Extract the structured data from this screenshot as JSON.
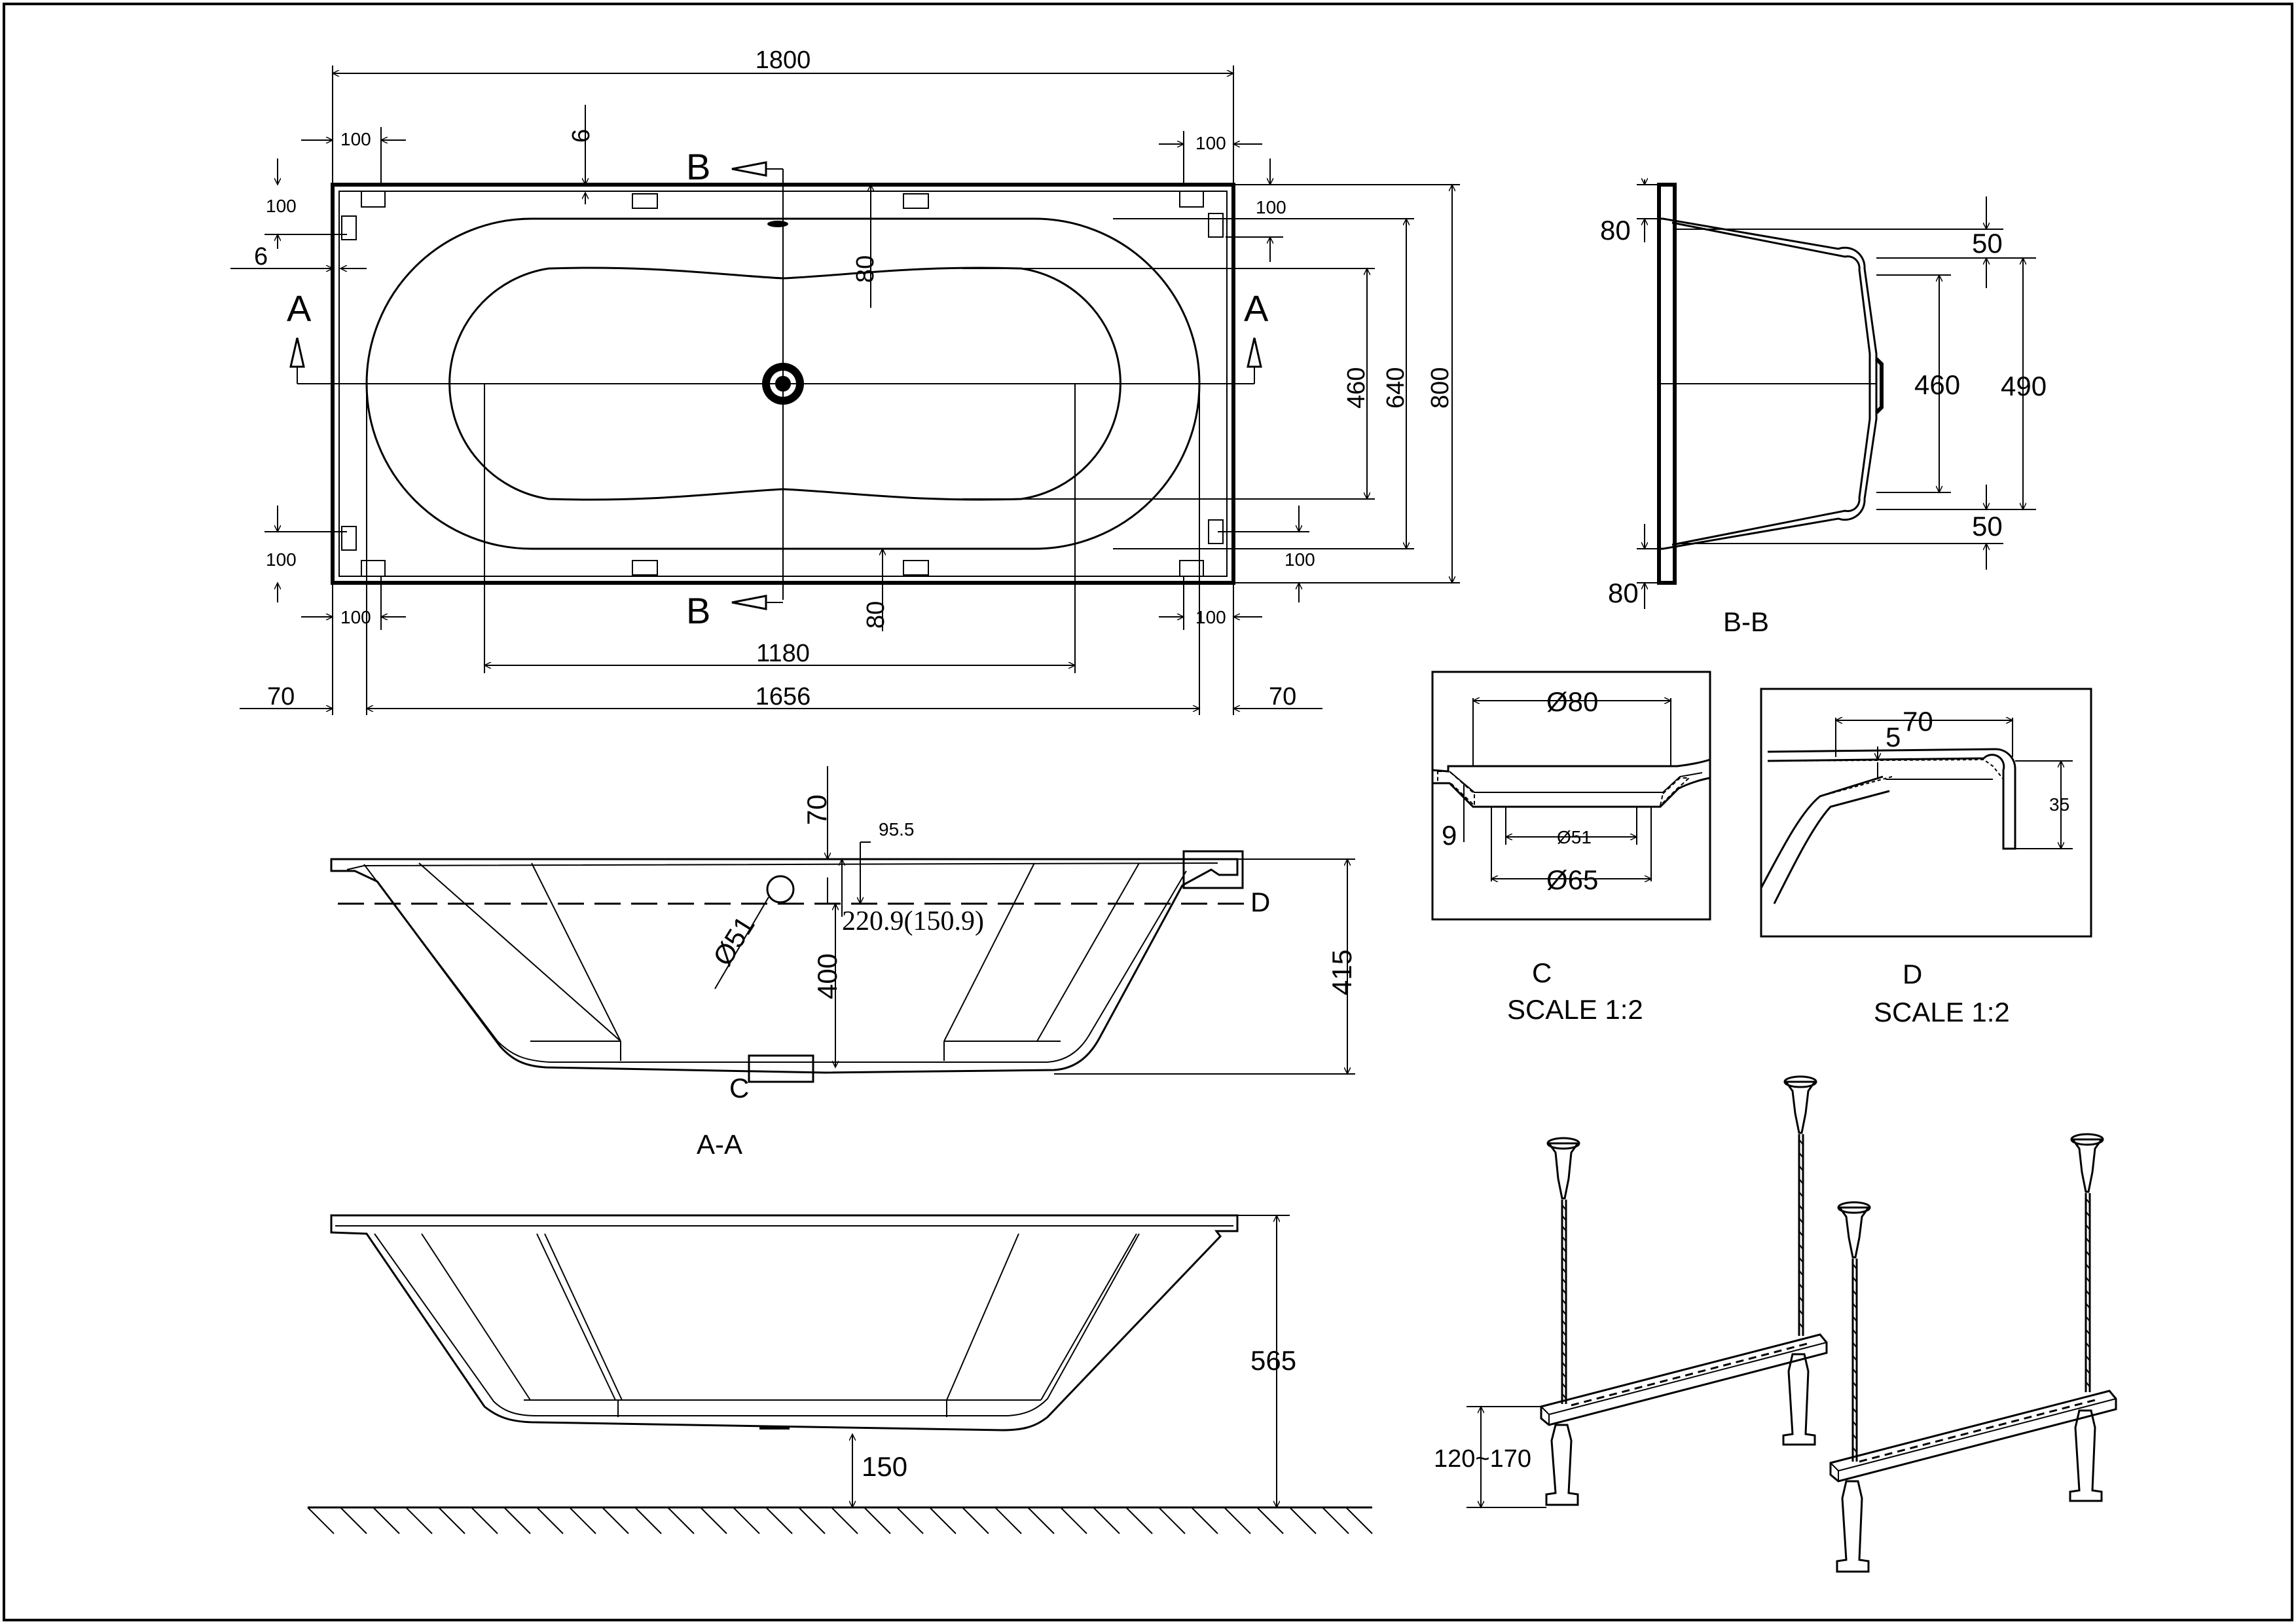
{
  "top_view": {
    "dims": {
      "overall_length": "1800",
      "corner_offset": "100",
      "lip": "6",
      "rim_width": "80",
      "inner_length": "1180",
      "bottom_length": "1656",
      "edge_offset": "70",
      "inner_width": "460",
      "mid_width": "640",
      "overall_width": "800"
    },
    "section_marks": {
      "a": "A",
      "b": "B"
    }
  },
  "section_bb": {
    "title": "B-B",
    "dims": {
      "rim": "80",
      "top_offset": "50",
      "bottom_offset": "50",
      "inner": "460",
      "outer": "490"
    }
  },
  "detail_c": {
    "letter": "C",
    "scale": "SCALE 1:2",
    "dims": {
      "d80": "Ø80",
      "d51": "Ø51",
      "d65": "Ø65",
      "thick": "9"
    }
  },
  "detail_d": {
    "letter": "D",
    "scale": "SCALE 1:2",
    "dims": {
      "width": "70",
      "gap": "5",
      "height": "35"
    }
  },
  "section_aa": {
    "title": "A-A",
    "dims": {
      "top": "70",
      "overflow": "95.5",
      "drain_height": "220.9(150.9)",
      "depth": "400",
      "height": "415",
      "overflow_dia": "Ø51"
    },
    "markers": {
      "c": "C",
      "d": "D"
    }
  },
  "side_view": {
    "dims": {
      "total_height": "565",
      "floor_gap": "150"
    }
  },
  "legs": {
    "dims": {
      "adjust": "120~170"
    }
  }
}
